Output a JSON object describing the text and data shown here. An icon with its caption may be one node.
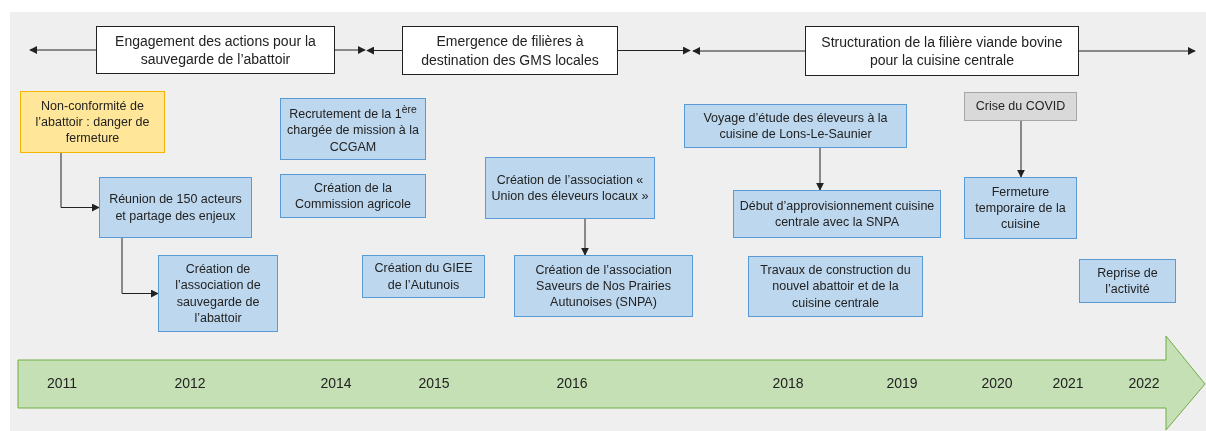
{
  "diagram": {
    "nodes": [
      {
        "text": [
          "Engagement des actions pour la sauvegarde de l’abattoir"
        ]
      },
      {
        "text": [
          "Emergence de filières à destination des GMS locales"
        ]
      },
      {
        "text": [
          "Structuration de la filière viande bovine pour la cuisine centrale"
        ]
      },
      {
        "text": [
          "Non-conformité de l’abattoir : danger de fermeture"
        ]
      },
      {
        "text": [
          "Réunion de 150 acteurs et partage des enjeux"
        ]
      },
      {
        "text": [
          "Création de l’association de sauvegarde de l’abattoir"
        ]
      },
      {
        "text": [
          "Recrutement de la 1$^{ère}$ chargée de mission à la CCGAM"
        ]
      },
      {
        "text": [
          "Création de la Commission agricole"
        ]
      },
      {
        "text": [
          "Création du GIEE de l’Autunois"
        ]
      },
      {
        "text": [
          "Création de l’association « Union des éleveurs locaux »"
        ]
      },
      {
        "text": [
          "Création de l’association Saveurs de Nos Prairies Autunoises (SNPA)"
        ]
      },
      {
        "text": [
          "Voyage d’étude des éleveurs à la cuisine de Lons-Le-Saunier"
        ]
      },
      {
        "text": [
          "Début d’approvisionnement cuisine centrale avec la SNPA"
        ]
      },
      {
        "text": [
          "Travaux de construction du nouvel abattoir et de la cuisine centrale"
        ]
      },
      {
        "text": [
          "Crise du COVID"
        ]
      },
      {
        "text": [
          "Fermeture temporaire de la cuisine"
        ]
      },
      {
        "text": [
          "Reprise de l’activité"
        ]
      }
    ],
    "edges": [
      {
        "from": 0,
        "to": null,
        "arrow": "to"
      },
      {
        "from": 0,
        "to": null,
        "arrow": "to"
      },
      {
        "from": 1,
        "to": null,
        "arrow": "to"
      },
      {
        "from": 1,
        "to": null,
        "arrow": "to"
      },
      {
        "from": 2,
        "to": null,
        "arrow": "to"
      },
      {
        "from": 2,
        "to": null,
        "arrow": "to"
      },
      {
        "from": 3,
        "to": 4,
        "arrow": "to"
      },
      {
        "from": 4,
        "to": 5,
        "arrow": "to"
      },
      {
        "from": 9,
        "to": 10,
        "arrow": "to"
      },
      {
        "from": 11,
        "to": 12,
        "arrow": "to"
      },
      {
        "from": 14,
        "to": 15,
        "arrow": "to"
      }
    ],
    "labels": [
      "2011",
      "2012",
      "2014",
      "2015",
      "2016",
      "2018",
      "2019",
      "2020",
      "2021",
      "2022"
    ]
  }
}
